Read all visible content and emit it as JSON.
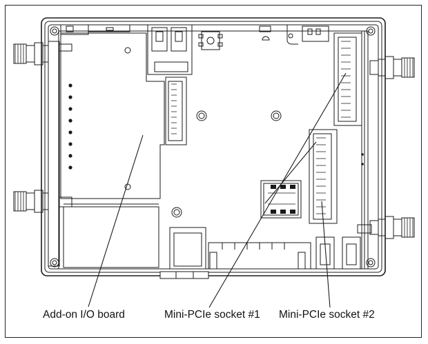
{
  "callouts": {
    "addon_io_board": "Add-on I/O board",
    "mini_pcie_socket_1": "Mini-PCIe socket #1",
    "mini_pcie_socket_2": "Mini-PCIe socket #2"
  }
}
